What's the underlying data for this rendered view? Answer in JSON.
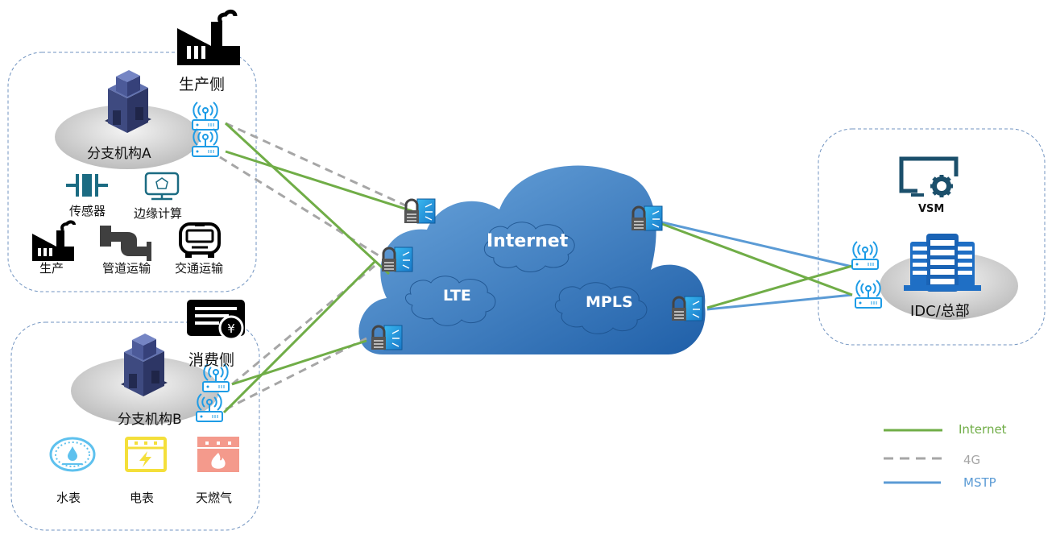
{
  "branch_a": {
    "title": "分支机构A",
    "side_label": "生产侧",
    "items": [
      {
        "label": "传感器",
        "icon": "sensor-icon"
      },
      {
        "label": "边缘计算",
        "icon": "edge-computing-icon"
      },
      {
        "label": "生产",
        "icon": "factory-icon"
      },
      {
        "label": "管道运输",
        "icon": "pipeline-icon"
      },
      {
        "label": "交通运输",
        "icon": "bus-icon"
      }
    ]
  },
  "branch_b": {
    "title": "分支机构B",
    "side_label": "消费侧",
    "items": [
      {
        "label": "水表",
        "icon": "water-meter-icon"
      },
      {
        "label": "电表",
        "icon": "electric-meter-icon"
      },
      {
        "label": "天燃气",
        "icon": "gas-meter-icon"
      }
    ]
  },
  "cloud": {
    "networks": [
      "Internet",
      "LTE",
      "MPLS"
    ]
  },
  "hq": {
    "title": "IDC/总部",
    "manager_label": "VSM"
  },
  "legend": {
    "items": [
      {
        "label": "Internet",
        "style": "solid",
        "color": "#70ad47"
      },
      {
        "label": "4G",
        "style": "dashed",
        "color": "#a6a6a6"
      },
      {
        "label": "MSTP",
        "style": "solid",
        "color": "#5b9bd5"
      }
    ]
  },
  "colors": {
    "internet": "#70ad47",
    "g4": "#a6a6a6",
    "mstp": "#5b9bd5",
    "cloud": "#3a7fc6",
    "router": "#1e9ce6",
    "building": "#4a5a8f",
    "server": "#1f6fc5",
    "teal": "#1b6b82",
    "water": "#5ec1ee",
    "electric": "#f4df3a",
    "gas": "#f49a8c"
  }
}
